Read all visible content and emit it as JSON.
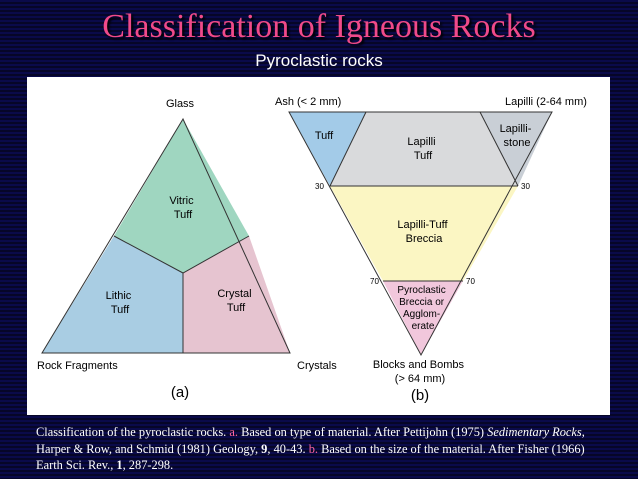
{
  "title": "Classification of Igneous Rocks",
  "subtitle": "Pyroclastic rocks",
  "colors": {
    "title": "#f04a8a",
    "vitric_tuff": "#9fd6c0",
    "lithic_tuff": "#a9cde3",
    "crystal_tuff": "#e6c4d0",
    "tuff": "#a3cbe8",
    "lapilli_tuff": "#d9dadc",
    "lapillistone": "#c9cfd6",
    "lapilli_tuff_breccia": "#fbf6c3",
    "pyroclastic_breccia": "#f1c7dc"
  },
  "diagram_a": {
    "apex_top": "Glass",
    "apex_left": "Rock Fragments",
    "apex_right": "Crystals",
    "field_vitric": [
      "Vitric",
      "Tuff"
    ],
    "field_lithic": [
      "Lithic",
      "Tuff"
    ],
    "field_crystal": [
      "Crystal",
      "Tuff"
    ],
    "label": "(a)"
  },
  "diagram_b": {
    "corner_left": "Ash (< 2 mm)",
    "corner_right": "Lapilli (2-64 mm)",
    "bottom": [
      "Blocks and Bombs",
      "(> 64 mm)"
    ],
    "field_tuff": "Tuff",
    "field_lapilli_tuff": [
      "Lapilli",
      "Tuff"
    ],
    "field_lapillistone": [
      "Lapilli-",
      "stone"
    ],
    "field_lt_breccia": [
      "Lapilli-Tuff",
      "Breccia"
    ],
    "field_pyro": [
      "Pyroclastic",
      "Breccia or",
      "Agglom-",
      "erate"
    ],
    "tick_30_left": "30",
    "tick_30_right": "30",
    "tick_70_left": "70",
    "tick_70_right": "70",
    "label": "(b)"
  },
  "caption": {
    "text1": "Classification of the pyroclastic rocks. ",
    "a": "a.",
    "text2": " Based on type of material. After Pettijohn (1975) ",
    "ref_italic": "Sedimentary Rocks",
    "text3": ", Harper & Row, and Schmid (1981) Geology, ",
    "vol1": "9",
    "text4": ", 40-43. ",
    "b": "b.",
    "text5": " Based on the size of the material. After Fisher (1966) Earth Sci. Rev., ",
    "vol2": "1",
    "text6": ", 287-298."
  }
}
